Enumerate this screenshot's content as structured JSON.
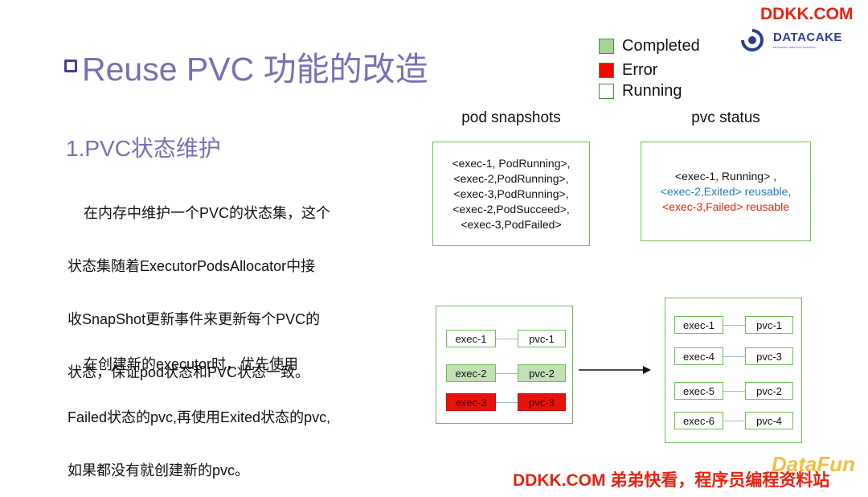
{
  "watermark_top": "DDKK.COM",
  "logo": {
    "name": "DATACAKE",
    "tagline": "streamline data & AI workflow"
  },
  "title": "Reuse PVC 功能的改造",
  "legend": [
    {
      "label": "Completed",
      "color": "#a8d596"
    },
    {
      "label": "Error",
      "color": "#ff0000"
    },
    {
      "label": "Running",
      "color": "#ffffff"
    }
  ],
  "section_heading": "1.PVC状态维护",
  "para1": [
    "    在内存中维护一个PVC的状态集，这个",
    "状态集随着ExecutorPodsAllocator中接",
    "收SnapShot更新事件来更新每个PVC的",
    "状态，保证pod状态和PVC状态一致。"
  ],
  "para2": [
    "    在创建新的executor时，优先使用",
    "Failed状态的pvc,再使用Exited状态的pvc,",
    "如果都没有就创建新的pvc。"
  ],
  "pod_snapshots": {
    "heading": "pod snapshots",
    "lines": [
      "<exec-1, PodRunning>,",
      "<exec-2,PodRunning>,",
      "<exec-3,PodRunning>,",
      "<exec-2,PodSucceed>,",
      "<exec-3,PodFailed>"
    ]
  },
  "pvc_status": {
    "heading": "pvc status",
    "lines": [
      {
        "text": "<exec-1, Running> ,",
        "color": "#111111"
      },
      {
        "text": "<exec-2,Exited> reusable,",
        "color": "#2a7ab8"
      },
      {
        "text": "<exec-3,Failed> reusable",
        "color": "#e8220f"
      }
    ]
  },
  "before": [
    {
      "exec": "exec-1",
      "pvc": "pvc-1",
      "state": "running"
    },
    {
      "exec": "exec-2",
      "pvc": "pvc-2",
      "state": "completed"
    },
    {
      "exec": "exec-3",
      "pvc": "pvc-3",
      "state": "error"
    }
  ],
  "after": [
    {
      "exec": "exec-1",
      "pvc": "pvc-1",
      "state": "running"
    },
    {
      "exec": "exec-4",
      "pvc": "pvc-3",
      "state": "running"
    },
    {
      "exec": "exec-5",
      "pvc": "pvc-2",
      "state": "running"
    },
    {
      "exec": "exec-6",
      "pvc": "pvc-4",
      "state": "running"
    }
  ],
  "state_colors": {
    "running": "#ffffff",
    "completed": "#c2e0b4",
    "error": "#e8120c"
  },
  "watermark_bottom": "DDKK.COM 弟弟快看，程序员编程资料站",
  "watermark_brand": "DataFun"
}
